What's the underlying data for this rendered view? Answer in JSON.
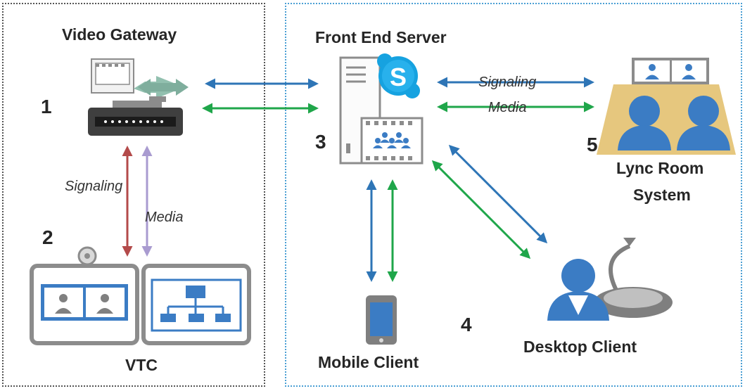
{
  "nodes": {
    "video_gateway": {
      "label": "Video Gateway",
      "number": "1"
    },
    "vtc": {
      "label": "VTC",
      "number": "2"
    },
    "front_end_server": {
      "label": "Front End Server",
      "number": "3"
    },
    "mobile_client": {
      "label": "Mobile Client"
    },
    "desktop_client": {
      "label": "Desktop Client",
      "number": "4"
    },
    "lync_room_system": {
      "label_line1": "Lync Room",
      "label_line2": "System",
      "number": "5"
    }
  },
  "edges": {
    "gateway_vtc": {
      "signaling": "Signaling",
      "media": "Media"
    },
    "server_lync": {
      "signaling": "Signaling",
      "media": "Media"
    }
  },
  "colors": {
    "signaling_blue": "#2e75b6",
    "media_green": "#1fa64a",
    "signaling_red": "#b34a4a",
    "media_purple": "#a99bd0",
    "icon_blue": "#3b7cc4",
    "icon_gray": "#8c8c8c",
    "room_gold": "#e6c77e",
    "box_left_border": "#555555",
    "box_right_border": "#4a9fd4"
  }
}
